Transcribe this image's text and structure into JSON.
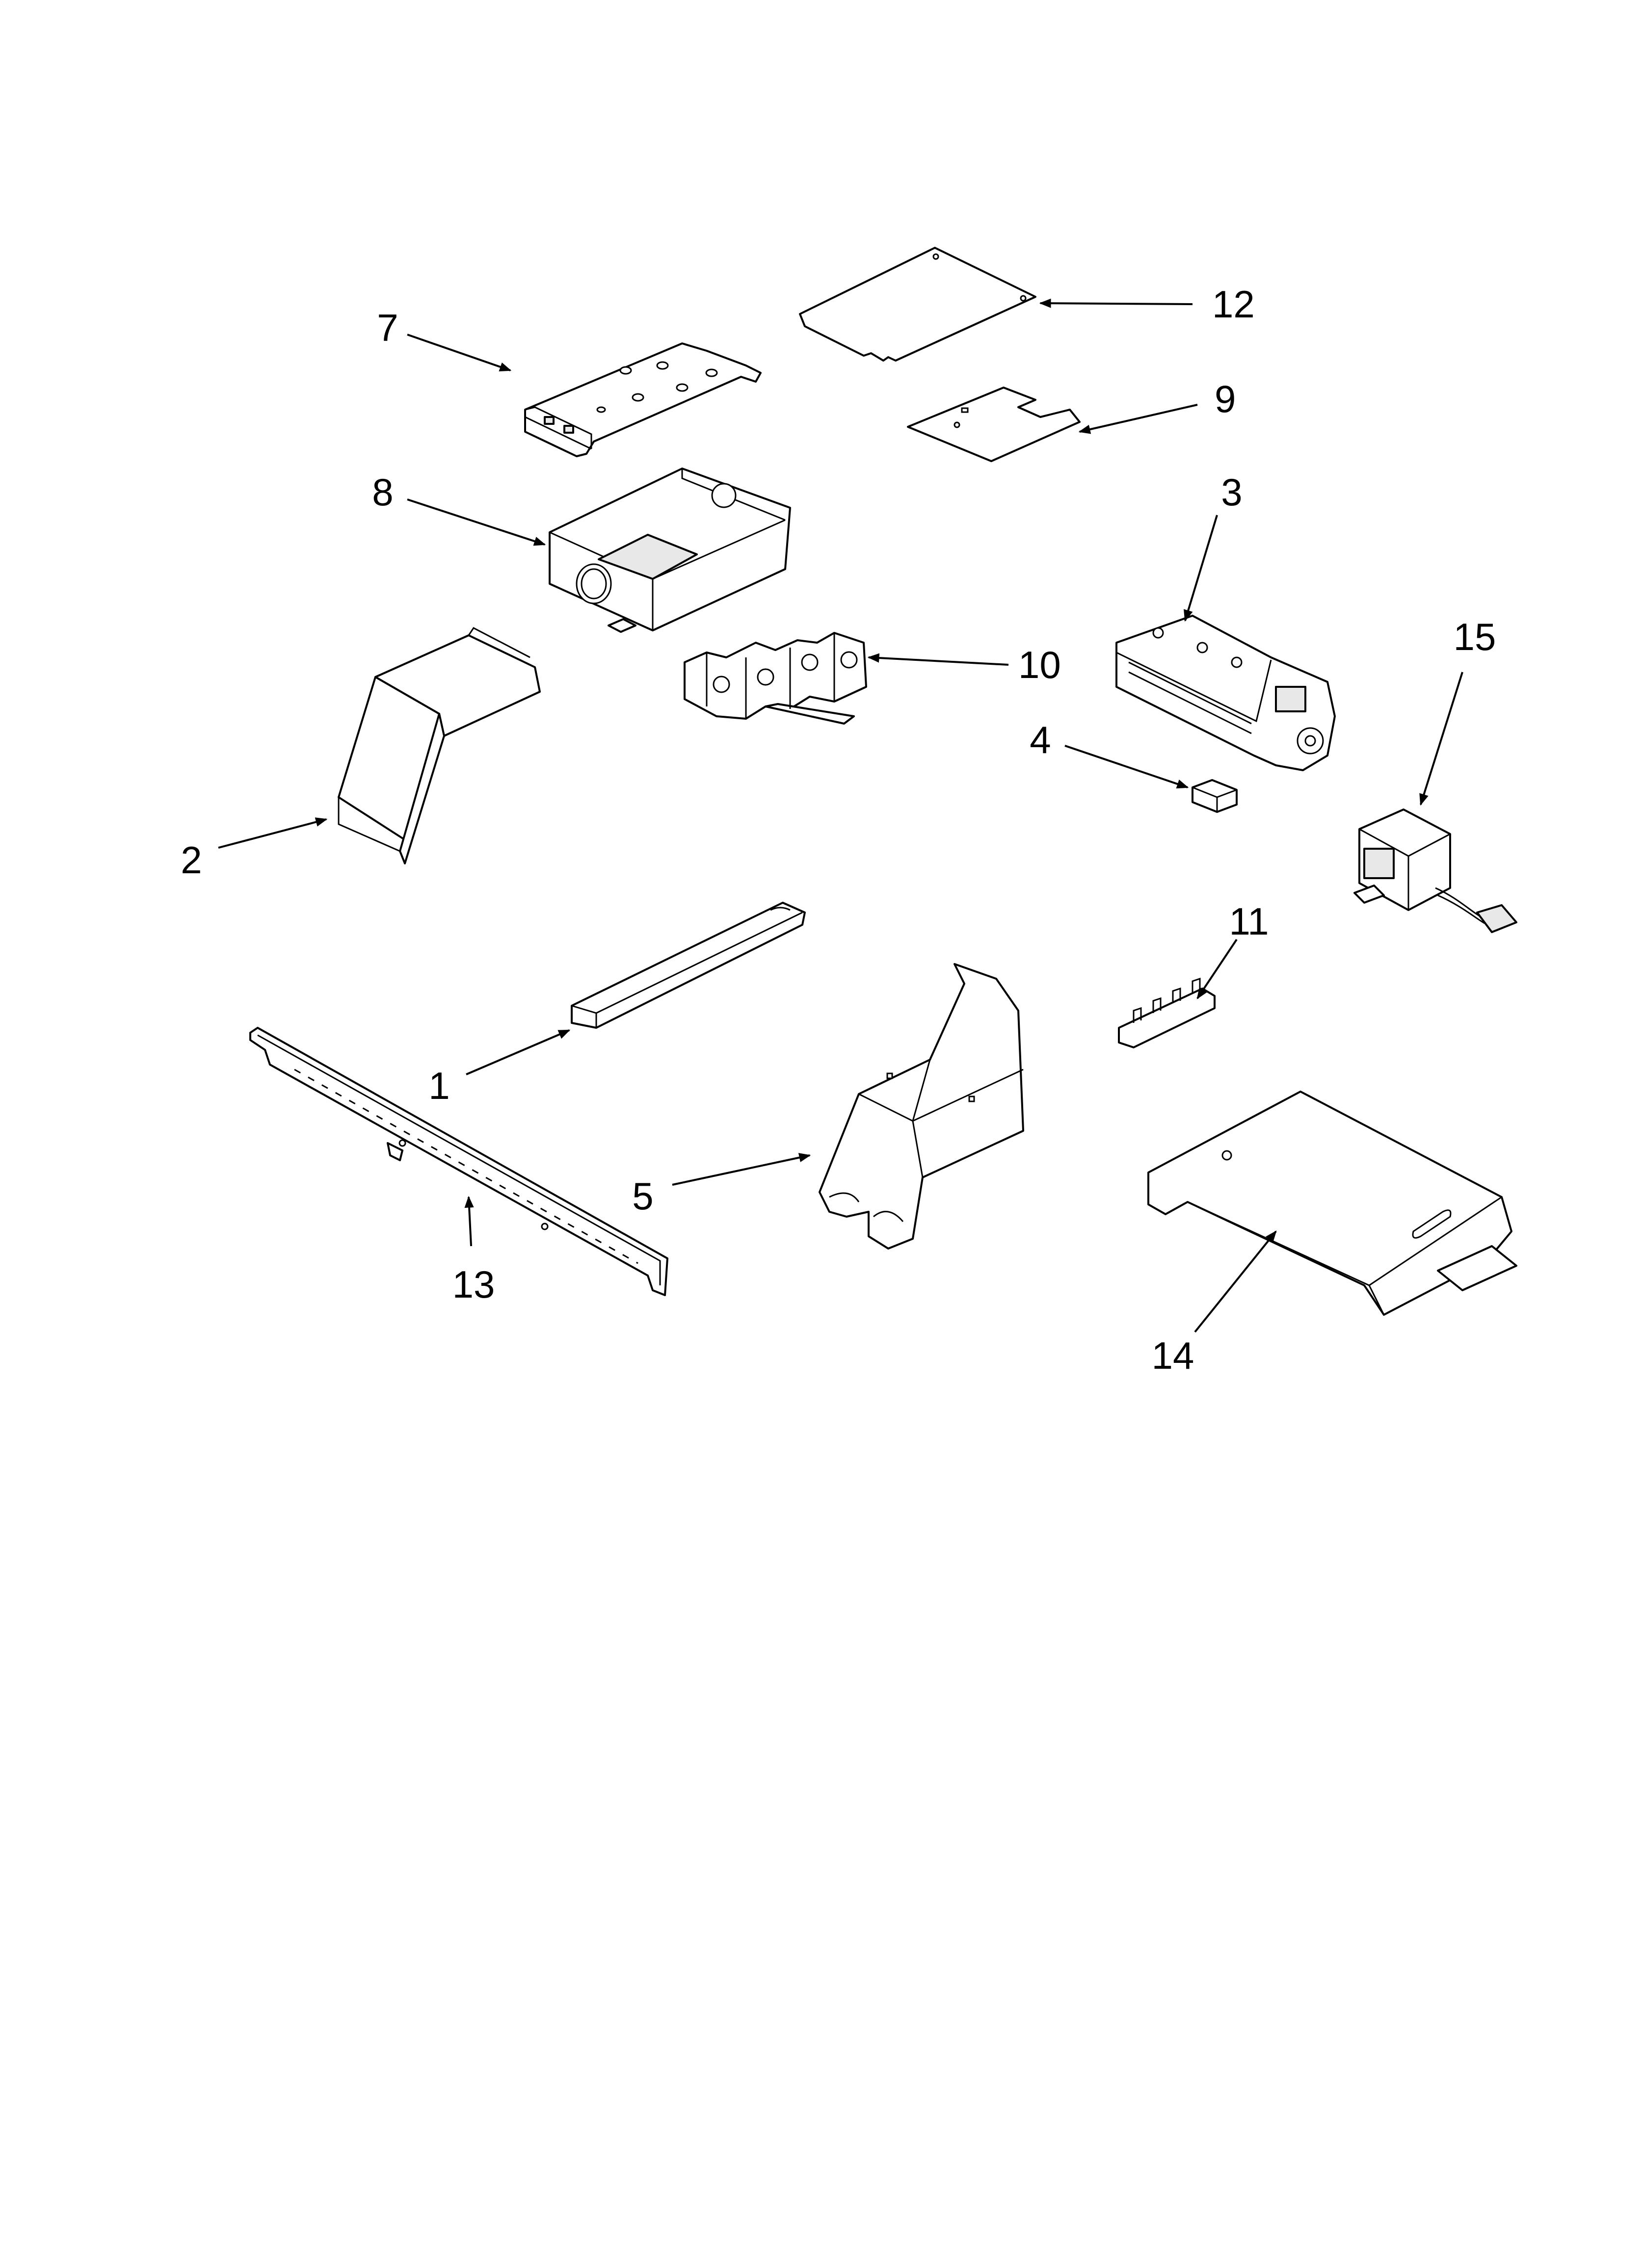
{
  "callouts": [
    {
      "label": "1"
    },
    {
      "label": "2"
    },
    {
      "label": "3"
    },
    {
      "label": "4"
    },
    {
      "label": "5"
    },
    {
      "label": "7"
    },
    {
      "label": "8"
    },
    {
      "label": "9"
    },
    {
      "label": "10"
    },
    {
      "label": "11"
    },
    {
      "label": "12"
    },
    {
      "label": "13"
    },
    {
      "label": "14"
    },
    {
      "label": "15"
    }
  ]
}
